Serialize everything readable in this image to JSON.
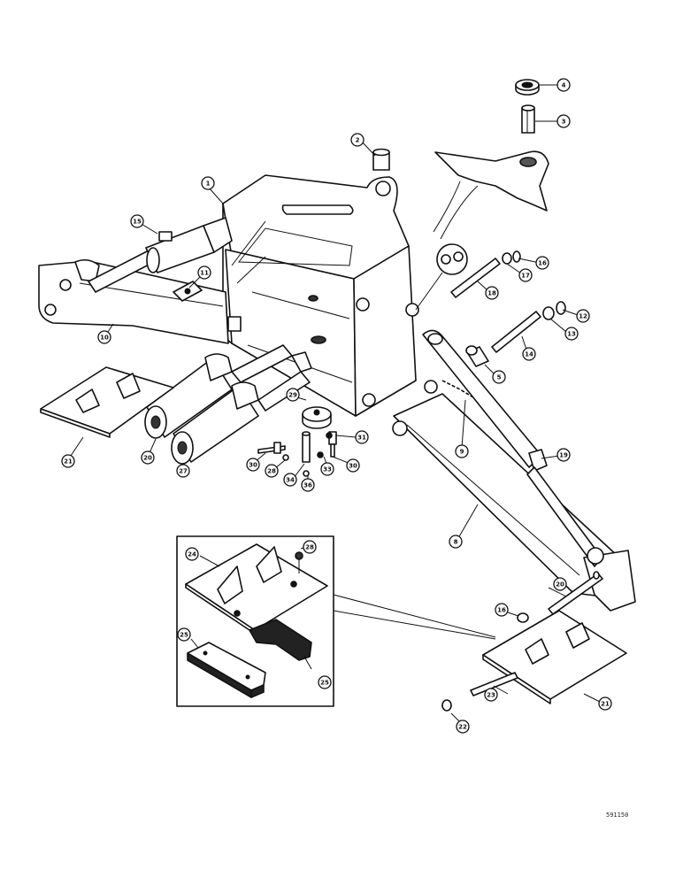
{
  "figure_code": "591150",
  "callouts": [
    {
      "id": "c4",
      "label": "4"
    },
    {
      "id": "c3",
      "label": "3"
    },
    {
      "id": "c2",
      "label": "2"
    },
    {
      "id": "c1",
      "label": "1"
    },
    {
      "id": "c15",
      "label": "15"
    },
    {
      "id": "c11",
      "label": "11"
    },
    {
      "id": "c10",
      "label": "10"
    },
    {
      "id": "c16a",
      "label": "16"
    },
    {
      "id": "c17",
      "label": "17"
    },
    {
      "id": "c18",
      "label": "18"
    },
    {
      "id": "c12",
      "label": "12"
    },
    {
      "id": "c13",
      "label": "13"
    },
    {
      "id": "c14",
      "label": "14"
    },
    {
      "id": "c5",
      "label": "5"
    },
    {
      "id": "c29",
      "label": "29"
    },
    {
      "id": "c31",
      "label": "31"
    },
    {
      "id": "c21a",
      "label": "21"
    },
    {
      "id": "c20a",
      "label": "20"
    },
    {
      "id": "c27",
      "label": "27"
    },
    {
      "id": "c30a",
      "label": "30"
    },
    {
      "id": "c28a",
      "label": "28"
    },
    {
      "id": "c34",
      "label": "34"
    },
    {
      "id": "c33",
      "label": "33"
    },
    {
      "id": "c30b",
      "label": "30"
    },
    {
      "id": "c36",
      "label": "36"
    },
    {
      "id": "c9",
      "label": "9"
    },
    {
      "id": "c19",
      "label": "19"
    },
    {
      "id": "c8",
      "label": "8"
    },
    {
      "id": "c24",
      "label": "24"
    },
    {
      "id": "c28b",
      "label": "28"
    },
    {
      "id": "c20b",
      "label": "20"
    },
    {
      "id": "c16b",
      "label": "16"
    },
    {
      "id": "c25a",
      "label": "25"
    },
    {
      "id": "c25b",
      "label": "25"
    },
    {
      "id": "c23",
      "label": "23"
    },
    {
      "id": "c21b",
      "label": "21"
    },
    {
      "id": "c22",
      "label": "22"
    }
  ]
}
